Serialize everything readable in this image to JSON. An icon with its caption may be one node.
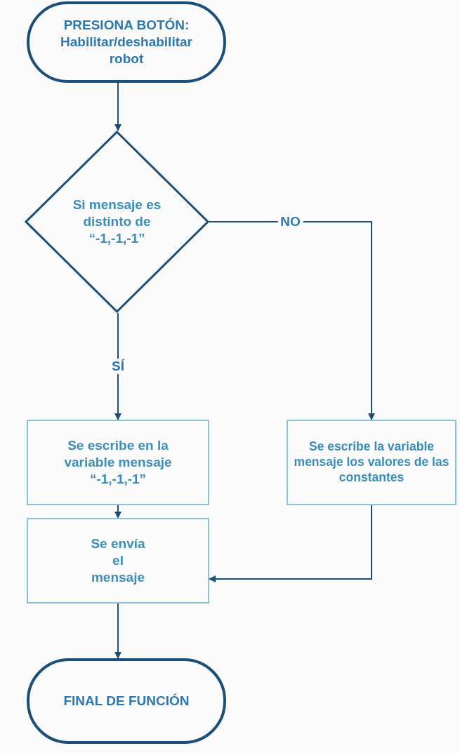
{
  "diagram": {
    "nodes": [
      {
        "text": [
          "PRESIONA BOTÓN:",
          "Habilitar/deshabilitar robot"
        ]
      },
      {
        "text": [
          "Si mensaje es distinto de “-1,-1,-1”"
        ]
      },
      {
        "text": [
          "Se escribe en la variable mensaje “-1,-1,-1”"
        ]
      },
      {
        "text": [
          "Se escribe la variable mensaje los valores de las constantes"
        ]
      },
      {
        "text": [
          "Se envía el mensaje"
        ]
      },
      {
        "text": [
          "FINAL DE FUNCIÓN"
        ]
      }
    ],
    "edges": [
      {
        "from": 0,
        "to": 1,
        "arrow": "to"
      },
      {
        "from": 1,
        "to": 2,
        "arrow": "to",
        "label": "SÍ"
      },
      {
        "from": 1,
        "to": 3,
        "arrow": "to",
        "label": "NO"
      },
      {
        "from": 2,
        "to": 4,
        "arrow": "to"
      },
      {
        "from": 3,
        "to": 4,
        "arrow": "to"
      },
      {
        "from": 4,
        "to": 5,
        "arrow": "to"
      }
    ]
  }
}
